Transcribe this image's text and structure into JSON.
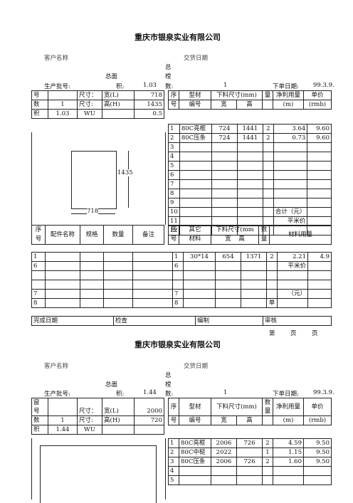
{
  "sheet1": {
    "company": "重庆市银泉实业有限公司",
    "customer_label": "客户名称",
    "delivery_label": "交货日期",
    "batch_label": "生产批号:",
    "total_area_label_1": "总面",
    "total_area_label_2": "积:",
    "total_area": "1.03",
    "total_windows_label_1": "总",
    "total_windows_label_2": "樘",
    "total_windows_label_3": "数:",
    "total_windows": "1",
    "order_date_label": "下单日期:",
    "order_date": "99.3.9.",
    "left_header": {
      "row1": [
        "号",
        "",
        "尺寸：",
        "宽(L)",
        "718"
      ],
      "row2": [
        "数",
        "1",
        "尺寸:",
        "高(H)",
        "1435"
      ],
      "row3": [
        "积",
        "1.03",
        "WU",
        "",
        "0.5"
      ]
    },
    "right_header": {
      "h1": [
        "序",
        "型材",
        "下料尺寸(mm)",
        "量",
        "净利用量",
        "单价"
      ],
      "h2": [
        "号",
        "编号",
        "宽",
        "高",
        "(m)",
        "(rmb)"
      ]
    },
    "profile_rows": [
      {
        "no": "1",
        "name": "80C亮框",
        "w": "724",
        "h": "1441",
        "q": "2",
        "use": "3.64",
        "price": "9.60"
      },
      {
        "no": "2",
        "name": "80C压条",
        "w": "724",
        "h": "1441",
        "q": "2",
        "use": "0.73",
        "price": "9.60"
      },
      {
        "no": "3",
        "name": "",
        "w": "",
        "h": "",
        "q": "",
        "use": "",
        "price": ""
      },
      {
        "no": "4",
        "name": "",
        "w": "",
        "h": "",
        "q": "",
        "use": "",
        "price": ""
      },
      {
        "no": "5",
        "name": "",
        "w": "",
        "h": "",
        "q": "",
        "use": "",
        "price": ""
      },
      {
        "no": "6",
        "name": "",
        "w": "",
        "h": "",
        "q": "",
        "use": "",
        "price": ""
      },
      {
        "no": "7",
        "name": "",
        "w": "",
        "h": "",
        "q": "",
        "use": "",
        "price": ""
      },
      {
        "no": "8",
        "name": "",
        "w": "",
        "h": "",
        "q": "",
        "use": "",
        "price": ""
      },
      {
        "no": "9",
        "name": "",
        "w": "",
        "h": "",
        "q": "",
        "use": "",
        "price": ""
      },
      {
        "no": "10",
        "name": "",
        "w": "",
        "h": "",
        "q": "",
        "use": "合计（元）",
        "price": ""
      },
      {
        "no": "11",
        "name": "",
        "w": "",
        "h": "",
        "q": "",
        "use": "平米价",
        "price": ""
      },
      {
        "no": "12",
        "name": "",
        "w": "",
        "h": "",
        "q": "",
        "use": "",
        "price": ""
      }
    ],
    "drawing_width": "718",
    "drawing_height": "1435",
    "acc_header": {
      "left": [
        "序",
        "配件名称",
        "规格",
        "数量",
        "备注"
      ],
      "left2": [
        "号"
      ],
      "right1": [
        "序",
        "其它",
        "下料尺寸(mm",
        "数",
        "材料用量"
      ],
      "right2": [
        "号",
        "材料",
        "宽",
        "高",
        "量"
      ]
    },
    "acc_rows": [
      {
        "l": "1",
        "r": "1",
        "mat": "30*14",
        "w": "654",
        "h": "1371",
        "q": "2",
        "use": "2.21",
        "price": "4.9"
      },
      {
        "l": "6",
        "r": "6",
        "mat": "",
        "w": "",
        "h": "",
        "q": "",
        "use": "平米价",
        "price": ""
      },
      {
        "l": "",
        "r": "",
        "mat": "",
        "w": "",
        "h": "",
        "q": "",
        "use": "",
        "price": ""
      },
      {
        "l": "",
        "r": "",
        "mat": "",
        "w": "",
        "h": "",
        "q": "",
        "use": "",
        "price": ""
      },
      {
        "l": "7",
        "r": "7",
        "mat": "",
        "w": "",
        "h": "",
        "q": "",
        "use": "（元）",
        "price": ""
      },
      {
        "l": "8",
        "r": "8",
        "mat": "",
        "w": "",
        "h": "",
        "q": "单",
        "use": "",
        "price": ""
      }
    ],
    "footer": {
      "finish_date": "完成日期",
      "check": "检查",
      "compile": "编制",
      "review": "审核"
    },
    "page": {
      "di": "第",
      "ye1": "页",
      "ye2": "页"
    }
  },
  "sheet2": {
    "company": "重庆市银泉实业有限公司",
    "customer_label": "客户名称",
    "delivery_label": "交货日期",
    "batch_label": "生产批号:",
    "total_area_label_1": "总面",
    "total_area_label_2": "积:",
    "total_area": "1.44",
    "total_windows_label_1": "总",
    "total_windows_label_2": "樘",
    "total_windows_label_3": "数:",
    "total_windows": "1",
    "order_date_label": "下单日期:",
    "order_date": "99.3.9.",
    "left_header": {
      "row1a": "窗",
      "row1": [
        "号",
        "",
        "尺寸：",
        "宽(L)",
        "2000"
      ],
      "row2": [
        "数",
        "1",
        "尺寸:",
        "高(H)",
        "720"
      ],
      "row3": [
        "积",
        "1.44",
        "WU",
        "",
        ""
      ]
    },
    "right_header": {
      "h0": "数",
      "h1": [
        "序",
        "型材",
        "下料尺寸(mm)",
        "量",
        "净利用量",
        "单价"
      ],
      "h2": [
        "号",
        "编号",
        "宽",
        "高",
        "(m)",
        "(rmb)"
      ]
    },
    "profile_rows": [
      {
        "no": "1",
        "name": "80C亮框",
        "w": "2006",
        "h": "726",
        "q": "2",
        "use": "4.59",
        "price": "9.50"
      },
      {
        "no": "2",
        "name": "80C中梃",
        "w": "2022",
        "h": "",
        "q": "1",
        "use": "1.15",
        "price": "9.50"
      },
      {
        "no": "3",
        "name": "80C压条",
        "w": "2006",
        "h": "726",
        "q": "2",
        "use": "1.60",
        "price": "9.50"
      },
      {
        "no": "4",
        "name": "",
        "w": "",
        "h": "",
        "q": "",
        "use": "",
        "price": ""
      },
      {
        "no": "5",
        "name": "",
        "w": "",
        "h": "",
        "q": "",
        "use": "",
        "price": ""
      }
    ]
  }
}
